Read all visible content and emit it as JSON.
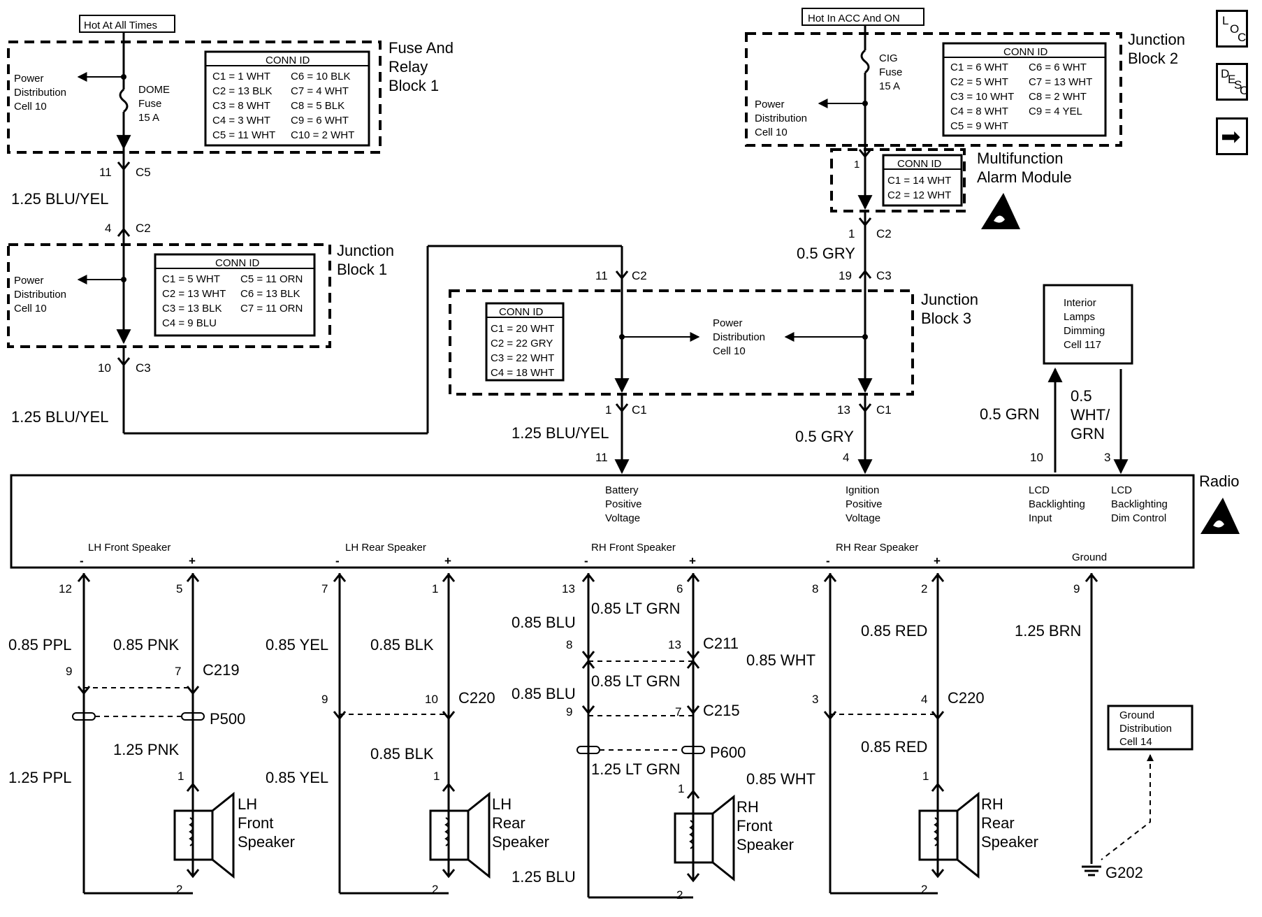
{
  "nav": {
    "loc": [
      "L",
      "O",
      "C"
    ],
    "desc": [
      "D",
      "E",
      "S",
      "C"
    ],
    "next": "➡"
  },
  "headers": {
    "hot_always": "Hot At All Times",
    "hot_acc": "Hot In ACC And ON"
  },
  "blocks": {
    "fuse_relay_1": {
      "title": [
        "Fuse And",
        "Relay",
        "Block 1"
      ],
      "fuse": [
        "DOME",
        "Fuse",
        "15 A"
      ],
      "pd": [
        "Power",
        "Distribution",
        "Cell 10"
      ],
      "conn_title": "CONN ID",
      "conn": [
        [
          "C1 = 1 WHT",
          "C6 = 10 BLK"
        ],
        [
          "C2 = 13 BLK",
          "C7 = 4 WHT"
        ],
        [
          "C3 = 8 WHT",
          "C8 = 5 BLK"
        ],
        [
          "C4 = 3 WHT",
          "C9 = 6 WHT"
        ],
        [
          "C5 = 11 WHT",
          "C10 = 2 WHT"
        ]
      ]
    },
    "junction_1": {
      "title": [
        "Junction",
        "Block 1"
      ],
      "pd": [
        "Power",
        "Distribution",
        "Cell 10"
      ],
      "conn_title": "CONN ID",
      "conn": [
        [
          "C1 = 5 WHT",
          "C5 = 11 ORN"
        ],
        [
          "C2 = 13 WHT",
          "C6 = 13 BLK"
        ],
        [
          "C3 = 13 BLK",
          "C7 = 11 ORN"
        ],
        [
          "C4 = 9 BLU",
          ""
        ]
      ]
    },
    "junction_2": {
      "title": [
        "Junction",
        "Block 2"
      ],
      "fuse": [
        "CIG",
        "Fuse",
        "15 A"
      ],
      "pd": [
        "Power",
        "Distribution",
        "Cell 10"
      ],
      "conn_title": "CONN ID",
      "conn": [
        [
          "C1 = 6 WHT",
          "C6 = 6 WHT"
        ],
        [
          "C2 = 5 WHT",
          "C7 = 13 WHT"
        ],
        [
          "C3 = 10 WHT",
          "C8 = 2 WHT"
        ],
        [
          "C4 = 8 WHT",
          "C9 = 4 YEL"
        ],
        [
          "C5 = 9 WHT",
          ""
        ]
      ]
    },
    "mfa": {
      "title": [
        "Multifunction",
        "Alarm Module"
      ],
      "pin": "1",
      "conn_title": "CONN ID",
      "conn": [
        "C1 = 14 WHT",
        "C2 = 12 WHT"
      ]
    },
    "junction_3": {
      "title": [
        "Junction",
        "Block 3"
      ],
      "pd": [
        "Power",
        "Distribution",
        "Cell 10"
      ],
      "conn_title": "CONN ID",
      "conn": [
        "C1 = 20 WHT",
        "C2 = 22 GRY",
        "C3 = 22 WHT",
        "C4 = 18 WHT"
      ]
    },
    "interior_lamps": [
      "Interior",
      "Lamps",
      "Dimming",
      "Cell 117"
    ],
    "ground_dist": [
      "Ground",
      "Distribution",
      "Cell 14"
    ]
  },
  "top_wires": {
    "a": {
      "p11": "11",
      "c5": "C5",
      "wire": "1.25 BLU/YEL",
      "p4": "4",
      "c2": "C2",
      "p10": "10",
      "c3": "C3",
      "wire2": "1.25 BLU/YEL"
    },
    "b": {
      "p11": "11",
      "c2": "C2",
      "p1": "1",
      "c1": "C1",
      "wire": "1.25 BLU/YEL",
      "radio_pin": "11"
    },
    "c": {
      "p1": "1",
      "c2": "C2",
      "wire": "0.5 GRY",
      "p19": "19",
      "c3": "C3",
      "p13": "13",
      "c1": "C1",
      "wire2": "0.5 GRY",
      "radio_pin": "4"
    },
    "d": {
      "wire": "0.5 GRN",
      "pin": "10"
    },
    "e": {
      "wire": [
        "0.5",
        "WHT/",
        "GRN"
      ],
      "pin": "3"
    }
  },
  "radio": {
    "title": "Radio",
    "pins_top": [
      [
        "Battery",
        "Positive",
        "Voltage"
      ],
      [
        "Ignition",
        "Positive",
        "Voltage"
      ],
      [
        "LCD",
        "Backlighting",
        "Input"
      ],
      [
        "LCD",
        "Backlighting",
        "Dim Control"
      ]
    ],
    "speaker_groups": [
      "LH Front Speaker",
      "LH Rear Speaker",
      "RH Front Speaker",
      "RH Rear Speaker"
    ],
    "ground": "Ground",
    "minus": "-",
    "plus": "+"
  },
  "lh_front": {
    "m_pin": "12",
    "p_pin": "5",
    "m_wire": "0.85 PPL",
    "p_wire": "0.85 PNK",
    "m_c": "9",
    "p_c": "7",
    "conn": "C219",
    "splice": "P500",
    "p_wire2": "1.25 PNK",
    "m_wire2": "1.25 PPL",
    "p_spk": "1",
    "m_spk": "2",
    "name": [
      "LH",
      "Front",
      "Speaker"
    ]
  },
  "lh_rear": {
    "m_pin": "7",
    "p_pin": "1",
    "m_wire": "0.85 YEL",
    "p_wire": "0.85 BLK",
    "m_c": "9",
    "p_c": "10",
    "conn": "C220",
    "p_wire2": "0.85 BLK",
    "m_wire2": "0.85 YEL",
    "p_spk": "1",
    "m_spk": "2",
    "name": [
      "LH",
      "Rear",
      "Speaker"
    ]
  },
  "rh_front": {
    "m_pin": "13",
    "p_pin": "6",
    "p_wire": "0.85 LT GRN",
    "m_wire": "0.85 BLU",
    "m_c1": "8",
    "p_c1": "13",
    "conn1": "C211",
    "p_wire_b": "0.85 LT GRN",
    "m_wire_b": "0.85 BLU",
    "m_c2": "9",
    "p_c2": "7",
    "conn2": "C215",
    "splice": "P600",
    "p_wire2": "1.25 LT GRN",
    "m_wire2": "1.25 BLU",
    "p_spk": "1",
    "m_spk": "2",
    "name": [
      "RH",
      "Front",
      "Speaker"
    ]
  },
  "rh_rear": {
    "m_pin": "8",
    "p_pin": "2",
    "p_wire": "0.85 RED",
    "m_wire": "0.85 WHT",
    "m_c": "3",
    "p_c": "4",
    "conn": "C220",
    "p_wire2": "0.85 RED",
    "m_wire2": "0.85 WHT",
    "p_spk": "1",
    "m_spk": "2",
    "name": [
      "RH",
      "Rear",
      "Speaker"
    ]
  },
  "ground": {
    "pin": "9",
    "wire": "1.25 BRN",
    "g": "G202"
  }
}
